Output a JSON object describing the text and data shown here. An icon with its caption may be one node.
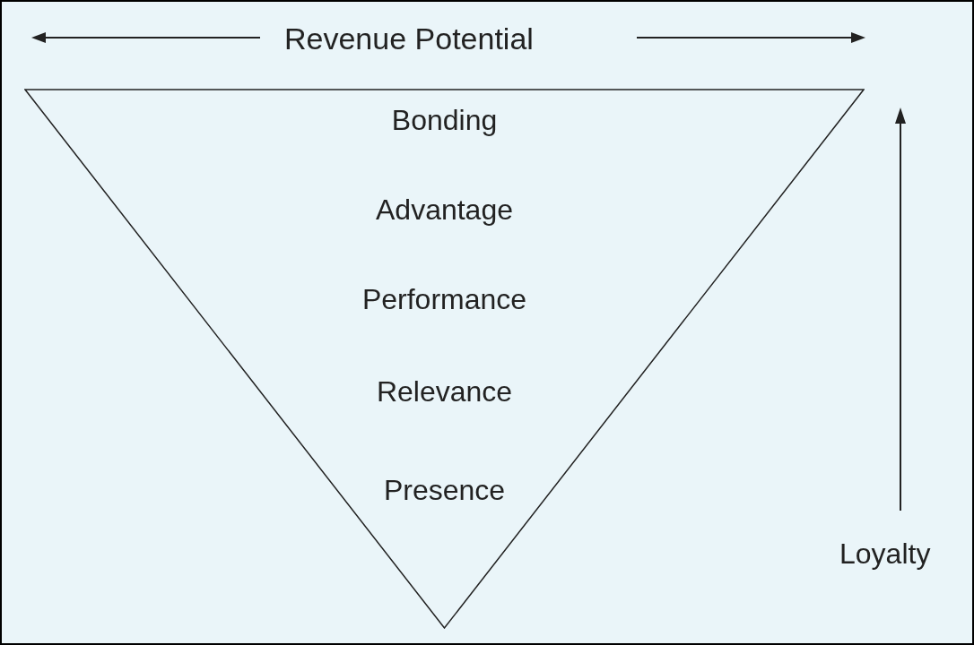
{
  "diagram": {
    "nodes": [
      {
        "text": [
          "Bonding",
          "Advantage",
          "Performance",
          "Relevance",
          "Presence"
        ]
      }
    ],
    "labels": [
      "Revenue Potential",
      "Loyalty"
    ]
  }
}
